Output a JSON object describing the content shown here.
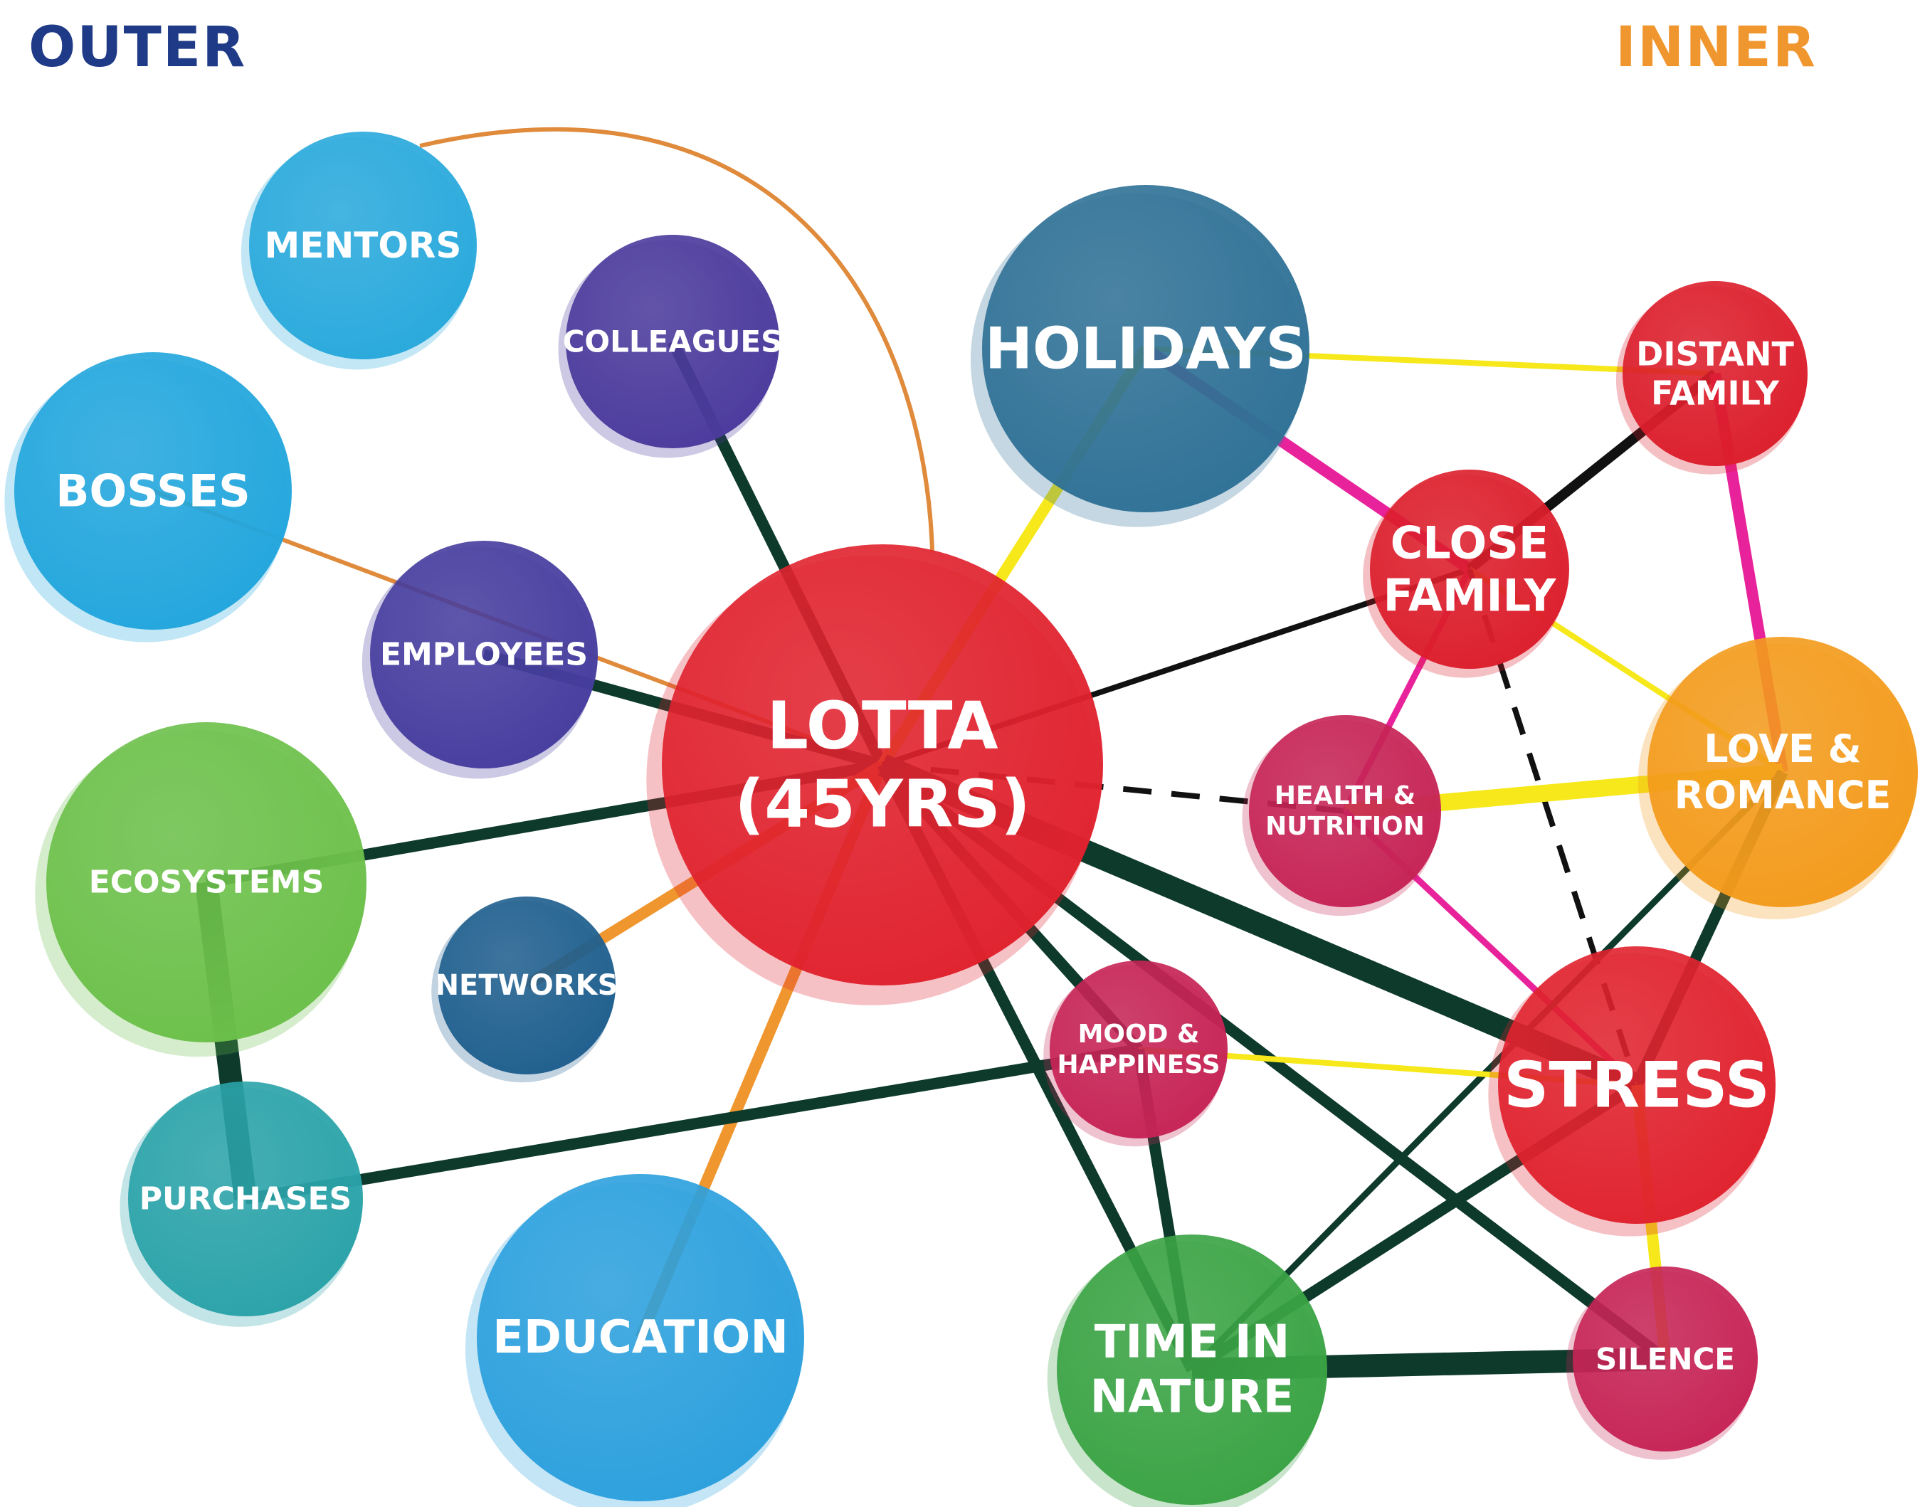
{
  "labels": {
    "outer": "OUTER",
    "inner": "INNER"
  },
  "colors": {
    "outer_text": "#1f3b87",
    "inner_text": "#f0962e",
    "edge_dark": "#0e3a2c",
    "edge_orange": "#f0962e",
    "edge_thin_orange": "#e08a3c",
    "edge_yellow": "#f6e81a",
    "edge_magenta": "#e8229a",
    "edge_black": "#111111"
  },
  "nodes": [
    {
      "id": "mentors",
      "lines": [
        "MENTORS"
      ],
      "color": "#29a9dc"
    },
    {
      "id": "colleagues",
      "lines": [
        "COLLEAGUES"
      ],
      "color": "#4b3a9c"
    },
    {
      "id": "bosses",
      "lines": [
        "BOSSES"
      ],
      "color": "#22a6dd"
    },
    {
      "id": "employees",
      "lines": [
        "EMPLOYEES"
      ],
      "color": "#463d9e"
    },
    {
      "id": "ecosystems",
      "lines": [
        "ECOSYSTEMS"
      ],
      "color": "#6cc04a"
    },
    {
      "id": "networks",
      "lines": [
        "NETWORKS"
      ],
      "color": "#1f5f8e"
    },
    {
      "id": "purchases",
      "lines": [
        "PURCHASES"
      ],
      "color": "#2aa3a9"
    },
    {
      "id": "education",
      "lines": [
        "EDUCATION"
      ],
      "color": "#2ca0dd"
    },
    {
      "id": "lotta",
      "lines": [
        "LOTTA",
        "(45YRS)"
      ],
      "color": "#e0222e"
    },
    {
      "id": "holidays",
      "lines": [
        "HOLIDAYS"
      ],
      "color": "#2f7196"
    },
    {
      "id": "distant_family",
      "lines": [
        "DISTANT",
        "FAMILY"
      ],
      "color": "#dc1e2c"
    },
    {
      "id": "close_family",
      "lines": [
        "CLOSE",
        "FAMILY"
      ],
      "color": "#dc1e2c"
    },
    {
      "id": "love_romance",
      "lines": [
        "LOVE &",
        "ROMANCE"
      ],
      "color": "#f39b1c"
    },
    {
      "id": "health_nutrition",
      "lines": [
        "HEALTH &",
        "NUTRITION"
      ],
      "color": "#c62456"
    },
    {
      "id": "mood_happiness",
      "lines": [
        "MOOD &",
        "HAPPINESS"
      ],
      "color": "#c62456"
    },
    {
      "id": "stress",
      "lines": [
        "STRESS"
      ],
      "color": "#e0222e"
    },
    {
      "id": "time_in_nature",
      "lines": [
        "TIME IN",
        "NATURE"
      ],
      "color": "#3aa344"
    },
    {
      "id": "silence",
      "lines": [
        "SILENCE"
      ],
      "color": "#c62456"
    }
  ],
  "edges": [
    {
      "from": "mentors",
      "to": "lotta",
      "style": "thin_orange",
      "curved": true
    },
    {
      "from": "bosses",
      "to": "lotta",
      "style": "thin_orange"
    },
    {
      "from": "colleagues",
      "to": "lotta",
      "style": "dark"
    },
    {
      "from": "employees",
      "to": "lotta",
      "style": "dark"
    },
    {
      "from": "ecosystems",
      "to": "lotta",
      "style": "dark"
    },
    {
      "from": "networks",
      "to": "lotta",
      "style": "orange"
    },
    {
      "from": "education",
      "to": "lotta",
      "style": "orange"
    },
    {
      "from": "ecosystems",
      "to": "purchases",
      "style": "dark_thick"
    },
    {
      "from": "purchases",
      "to": "mood_happiness",
      "style": "dark"
    },
    {
      "from": "lotta",
      "to": "holidays",
      "style": "yellow"
    },
    {
      "from": "lotta",
      "to": "close_family",
      "style": "black_thin"
    },
    {
      "from": "lotta",
      "to": "health_nutrition",
      "style": "black_dashed"
    },
    {
      "from": "lotta",
      "to": "stress",
      "style": "dark_thick"
    },
    {
      "from": "lotta",
      "to": "silence",
      "style": "dark"
    },
    {
      "from": "lotta",
      "to": "mood_happiness",
      "style": "dark"
    },
    {
      "from": "lotta",
      "to": "time_in_nature",
      "style": "dark"
    },
    {
      "from": "holidays",
      "to": "distant_family",
      "style": "yellow_thin"
    },
    {
      "from": "holidays",
      "to": "close_family",
      "style": "magenta"
    },
    {
      "from": "close_family",
      "to": "distant_family",
      "style": "black"
    },
    {
      "from": "distant_family",
      "to": "love_romance",
      "style": "magenta"
    },
    {
      "from": "close_family",
      "to": "love_romance",
      "style": "yellow_thin"
    },
    {
      "from": "close_family",
      "to": "health_nutrition",
      "style": "magenta_thin"
    },
    {
      "from": "close_family",
      "to": "stress",
      "style": "black_dashed"
    },
    {
      "from": "health_nutrition",
      "to": "love_romance",
      "style": "yellow_thick"
    },
    {
      "from": "health_nutrition",
      "to": "stress",
      "style": "magenta_thin"
    },
    {
      "from": "love_romance",
      "to": "stress",
      "style": "dark"
    },
    {
      "from": "love_romance",
      "to": "time_in_nature",
      "style": "dark_thin"
    },
    {
      "from": "mood_happiness",
      "to": "stress",
      "style": "yellow_thin"
    },
    {
      "from": "mood_happiness",
      "to": "time_in_nature",
      "style": "dark"
    },
    {
      "from": "stress",
      "to": "time_in_nature",
      "style": "dark"
    },
    {
      "from": "stress",
      "to": "silence",
      "style": "yellow"
    },
    {
      "from": "time_in_nature",
      "to": "silence",
      "style": "dark_thick"
    }
  ]
}
